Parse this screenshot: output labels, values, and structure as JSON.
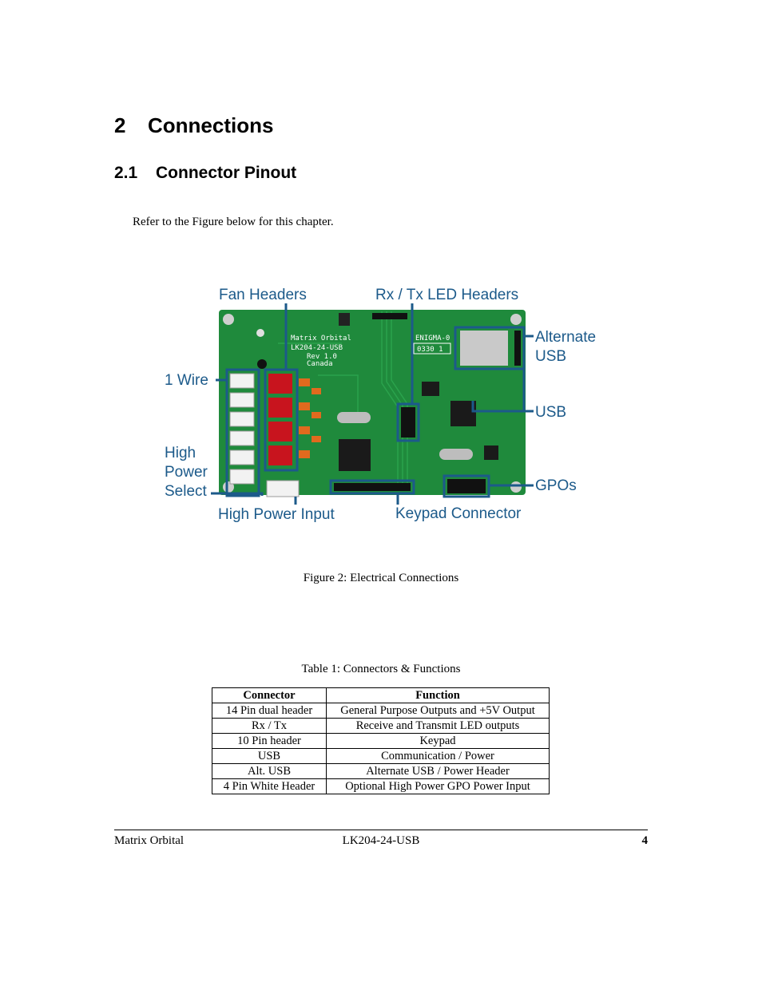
{
  "section": {
    "number": "2",
    "title": "Connections"
  },
  "subsection": {
    "number": "2.1",
    "title": "Connector Pinout"
  },
  "intro": "Refer to the Figure below for this chapter.",
  "figure": {
    "labels": {
      "fan_headers": "Fan Headers",
      "rx_tx_led_headers": "Rx / Tx LED Headers",
      "alternate": "Alternate",
      "usb_alt": "USB",
      "one_wire": "1 Wire",
      "usb": "USB",
      "high": "High",
      "power": "Power",
      "select": "Select",
      "gpos": "GPOs",
      "high_power_input": "High Power Input",
      "keypad_connector": "Keypad Connector"
    },
    "board_text": {
      "brand": "Matrix Orbital",
      "model": "LK204-24-USB",
      "rev": "Rev 1.0",
      "country": "Canada",
      "chip": "ENIGMA-0",
      "code": "0330 1"
    },
    "caption": "Figure 2: Electrical Connections"
  },
  "table": {
    "caption": "Table 1: Connectors & Functions",
    "headers": [
      "Connector",
      "Function"
    ],
    "rows": [
      [
        "14 Pin dual header",
        "General Purpose Outputs and +5V Output"
      ],
      [
        "Rx / Tx",
        "Receive and Transmit LED outputs"
      ],
      [
        "10 Pin header",
        "Keypad"
      ],
      [
        "USB",
        "Communication / Power"
      ],
      [
        "Alt. USB",
        "Alternate USB / Power Header"
      ],
      [
        "4 Pin White Header",
        "Optional High Power GPO Power Input"
      ]
    ]
  },
  "footer": {
    "left": "Matrix Orbital",
    "center": "LK204-24-USB",
    "page": "4"
  },
  "colors": {
    "label": "#1c5a8a",
    "pcb": "#1f8a3c",
    "header_red": "#c8141e"
  }
}
